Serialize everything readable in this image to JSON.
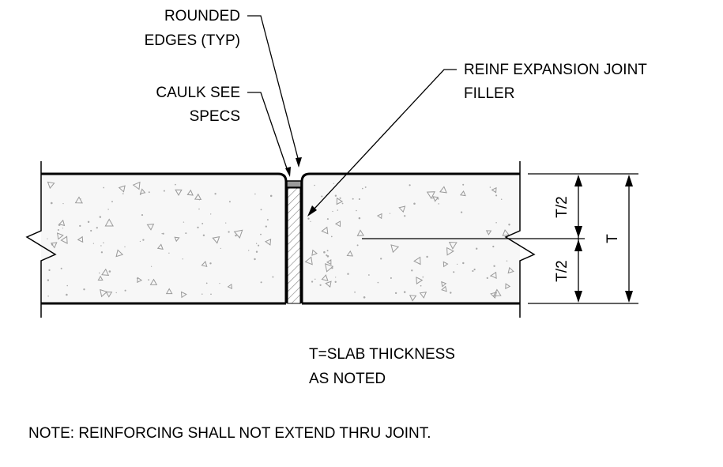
{
  "labels": {
    "rounded_edges_line1": "ROUNDED",
    "rounded_edges_line2": "EDGES (TYP)",
    "caulk_line1": "CAULK SEE",
    "caulk_line2": "SPECS",
    "filler_line1": "REINF EXPANSION JOINT",
    "filler_line2": "FILLER",
    "half_top": "T/2",
    "half_bottom": "T/2",
    "thickness": "T",
    "legend_line1": "T=SLAB THICKNESS",
    "legend_line2": "AS NOTED",
    "note": "NOTE: REINFORCING SHALL NOT EXTEND THRU JOINT."
  }
}
